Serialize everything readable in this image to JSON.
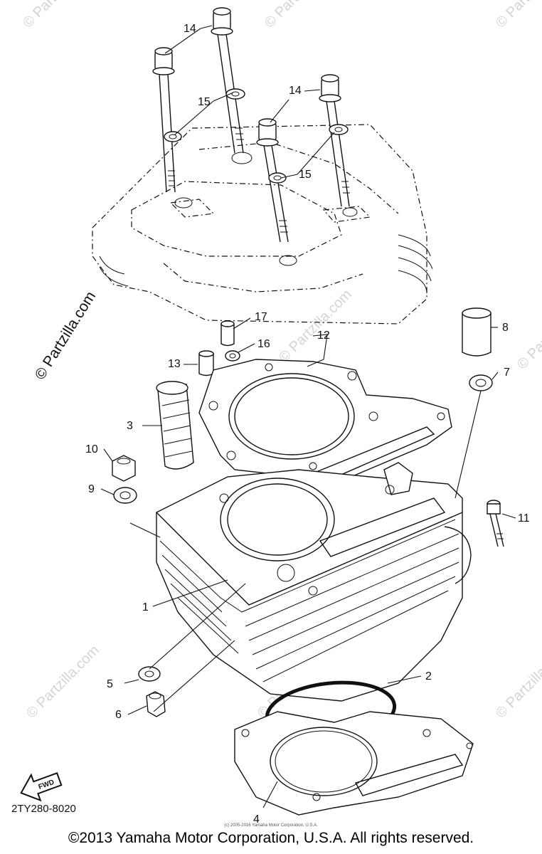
{
  "watermark": {
    "text": "© Partzilla.com",
    "color": "#d4d4d4"
  },
  "diagram_code": "2TY280-8020",
  "fwd_label": "FWD",
  "small_copyright": "(c) 2005-2016 Yamaha Motor Corporation, U.S.A.",
  "copyright": "©2013 Yamaha Motor Corporation, U.S.A. All rights reserved.",
  "callouts": {
    "c1": "1",
    "c2": "2",
    "c3": "3",
    "c4": "4",
    "c5": "5",
    "c6": "6",
    "c7": "7",
    "c8": "8",
    "c9": "9",
    "c10": "10",
    "c11": "11",
    "c12": "12",
    "c13": "13",
    "c14a": "14",
    "c14b": "14",
    "c15a": "15",
    "c15b": "15",
    "c16": "16",
    "c17": "17"
  }
}
